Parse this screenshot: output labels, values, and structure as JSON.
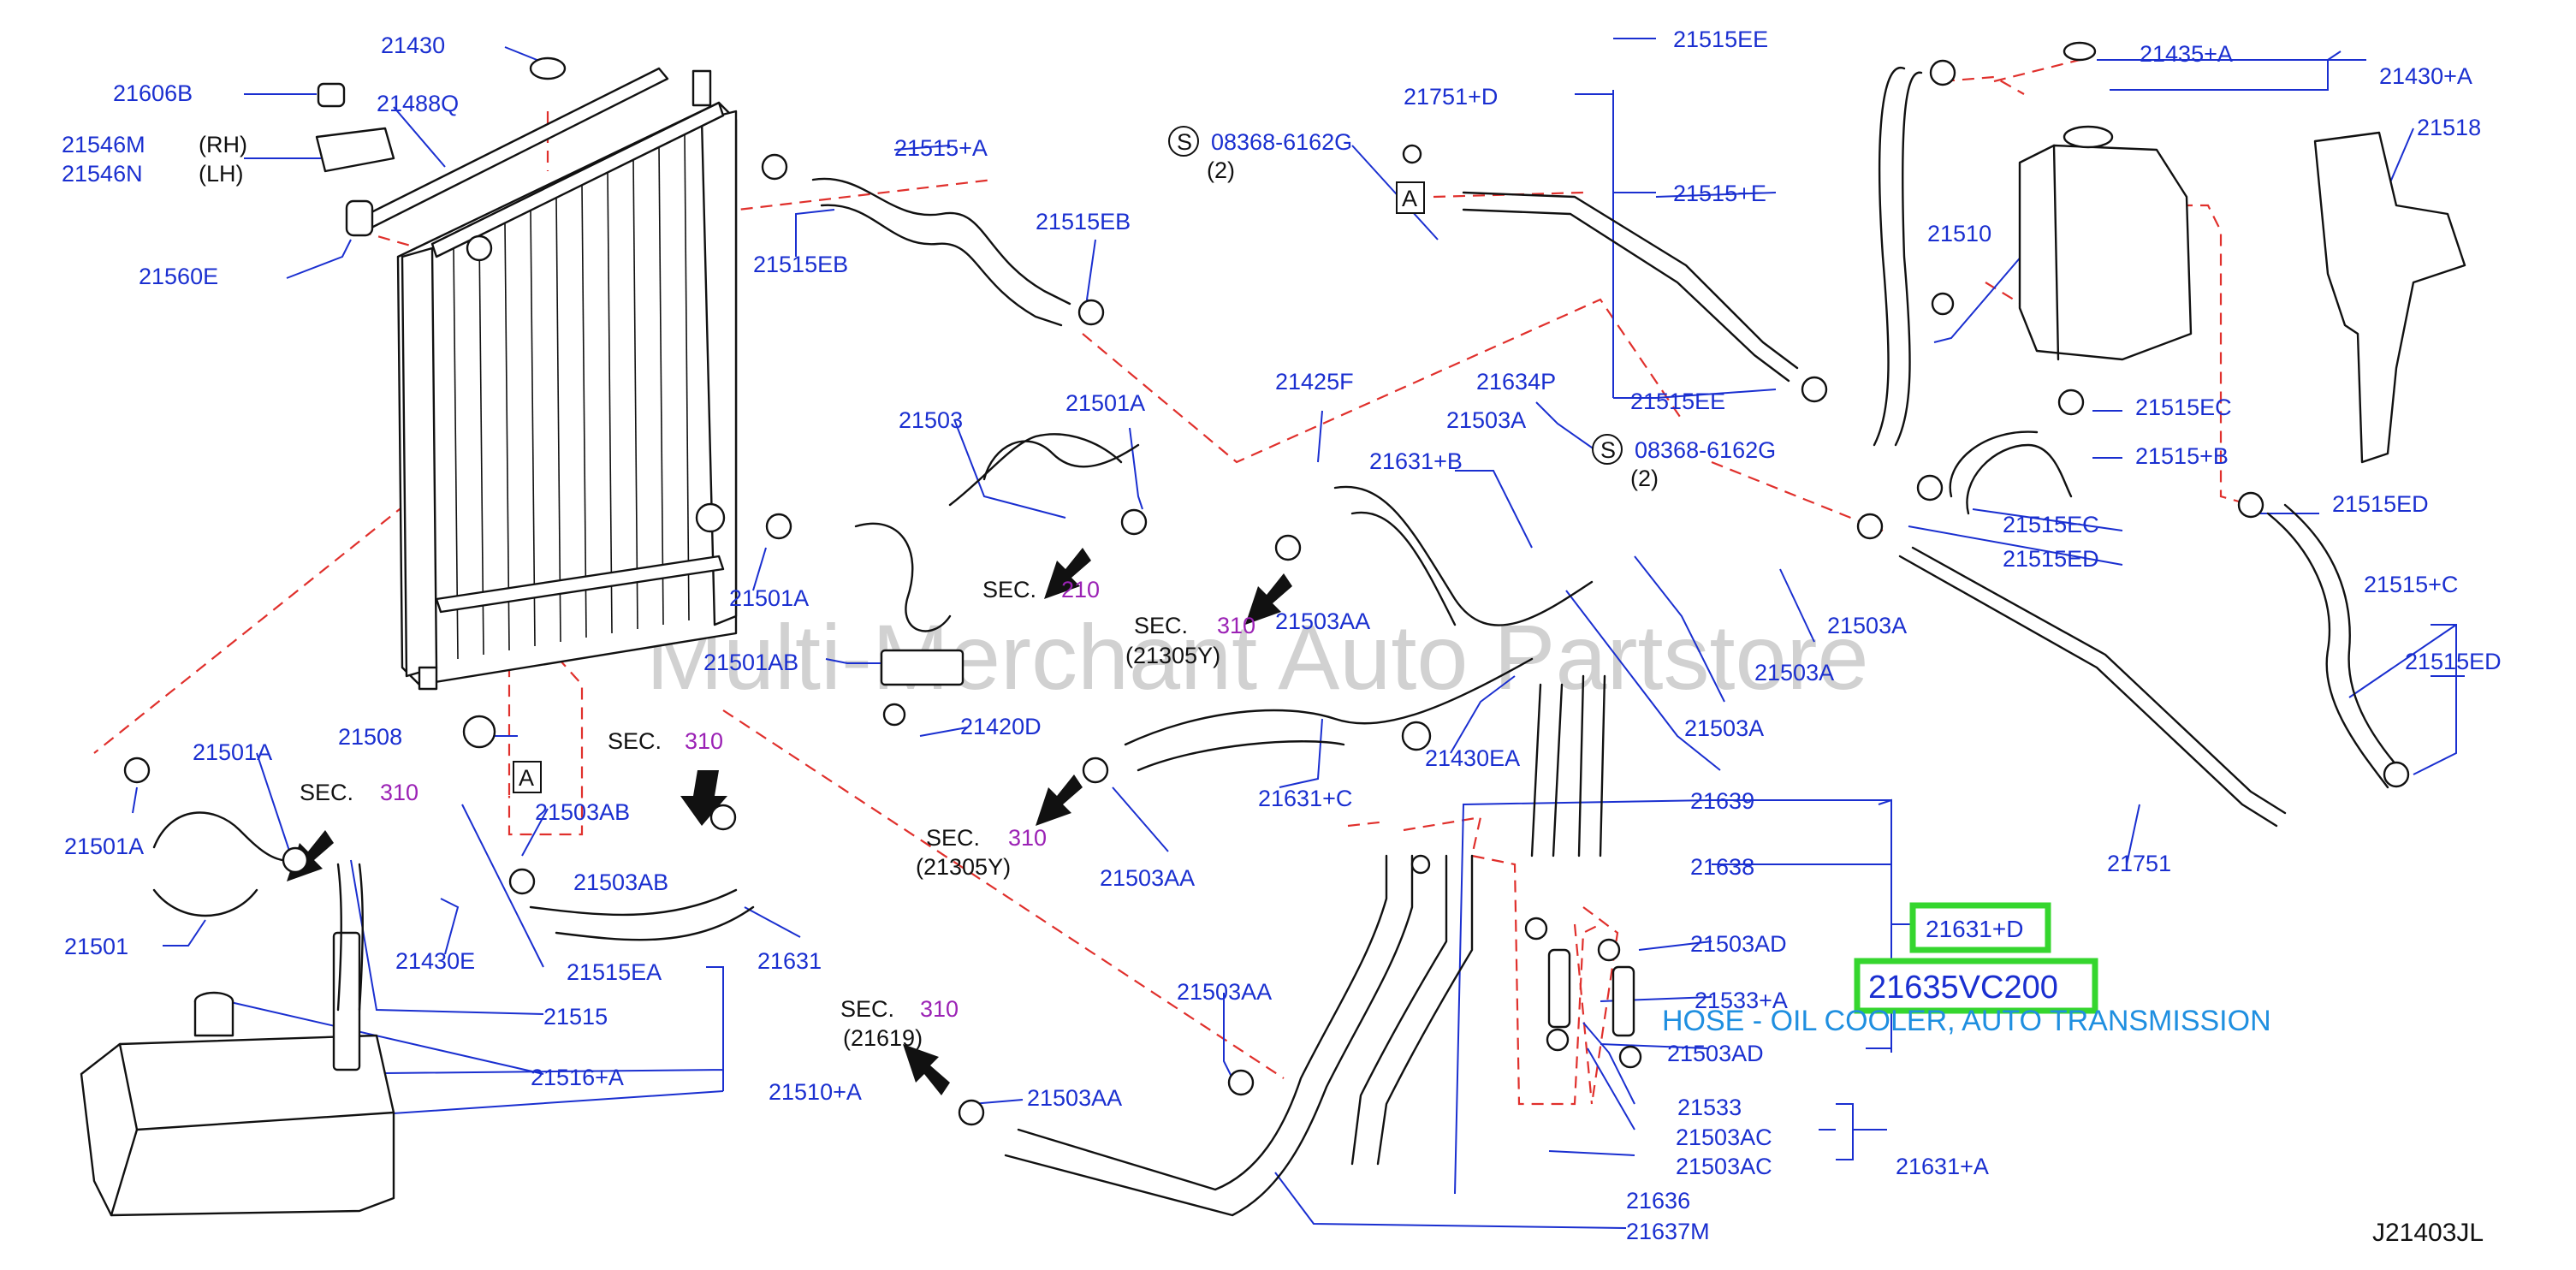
{
  "diagram": {
    "diagram_code": "J21403JL",
    "watermark": "Multi-Merchant Auto Partstore",
    "highlight": {
      "part_no": "21635VC200",
      "description": "HOSE - OIL COOLER, AUTO TRANSMISSION",
      "ref": "21631+D"
    },
    "section_refs": [
      {
        "sec": "SEC.",
        "num": "210",
        "sub": ""
      },
      {
        "sec": "SEC.",
        "num": "310",
        "sub": "(21305Y)"
      },
      {
        "sec": "SEC.",
        "num": "310",
        "sub": ""
      },
      {
        "sec": "SEC.",
        "num": "310",
        "sub": ""
      },
      {
        "sec": "SEC.",
        "num": "310",
        "sub": "(21305Y)"
      },
      {
        "sec": "SEC.",
        "num": "310",
        "sub": "(21619)"
      }
    ],
    "bolt_refs": [
      {
        "symbol": "S",
        "part": "08368-6162G",
        "qty": "(2)"
      },
      {
        "symbol": "S",
        "part": "08368-6162G",
        "qty": "(2)"
      }
    ],
    "view_markers": [
      "A",
      "A"
    ],
    "side_labels": [
      "(RH)",
      "(LH)"
    ],
    "parts": {
      "p21430": "21430",
      "p21606B": "21606B",
      "p21488Q": "21488Q",
      "p21546M": "21546M",
      "p21546N": "21546N",
      "p21560E": "21560E",
      "p21515A_top": "21515+A",
      "p21515EB_1": "21515EB",
      "p21515EB_2": "21515EB",
      "p21751D": "21751+D",
      "p21515EE_1": "21515EE",
      "p21515E": "21515+E",
      "p21515EE_2": "21515EE",
      "p21435A": "21435+A",
      "p21430A": "21430+A",
      "p21518": "21518",
      "p21510": "21510",
      "p21515EC_1": "21515EC",
      "p21515B": "21515+B",
      "p21515EC_2": "21515EC",
      "p21515ED_1": "21515ED",
      "p21515ED_2": "21515ED",
      "p21515C": "21515+C",
      "p21515ED_3": "21515ED",
      "p21751": "21751",
      "p21425F": "21425F",
      "p21634P": "21634P",
      "p21503A_1": "21503A",
      "p21631B": "21631+B",
      "p21503A_2": "21503A",
      "p21503A_3": "21503A",
      "p21503A_4": "21503A",
      "p21503_main": "21503",
      "p21501A_1": "21501A",
      "p21501A_2": "21501A",
      "p21501AB": "21501AB",
      "p21503AA_1": "21503AA",
      "p21420D": "21420D",
      "p21430EA": "21430EA",
      "p21631C": "21631+C",
      "p21503AA_2": "21503AA",
      "p21639": "21639",
      "p21638": "21638",
      "p21503AD_1": "21503AD",
      "p21533A": "21533+A",
      "p21503AD_2": "21503AD",
      "p21533": "21533",
      "p21503AC_1": "21503AC",
      "p21503AC_2": "21503AC",
      "p21631A": "21631+A",
      "p21636": "21636",
      "p21637M": "21637M",
      "p21503AA_3": "21503AA",
      "p21503AA_4": "21503AA",
      "p21508": "21508",
      "p21501A_3": "21501A",
      "p21501A_4": "21501A",
      "p21501": "21501",
      "p21503AB_1": "21503AB",
      "p21503AB_2": "21503AB",
      "p21430E": "21430E",
      "p21515EA": "21515EA",
      "p21631": "21631",
      "p21515": "21515",
      "p21516A": "21516+A",
      "p21510A": "21510+A"
    }
  }
}
